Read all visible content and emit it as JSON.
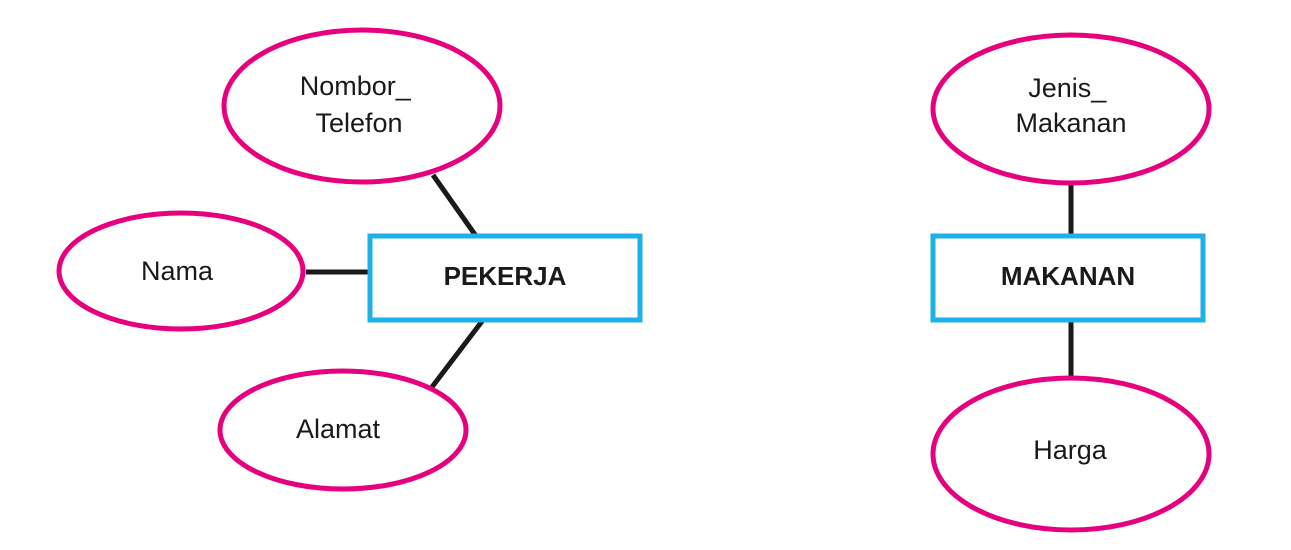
{
  "colors": {
    "attribute_outline": "#e6007e",
    "entity_outline": "#1eb0e6",
    "connector": "#1a1a1a",
    "text": "#1a1a1a",
    "background": "#ffffff"
  },
  "entities": {
    "pekerja": {
      "name": "PEKERJA",
      "attributes": {
        "nombor_telefon": {
          "line1": "Nombor_",
          "line2": "Telefon"
        },
        "nama": {
          "label": "Nama"
        },
        "alamat": {
          "label": "Alamat"
        }
      }
    },
    "makanan": {
      "name": "MAKANAN",
      "attributes": {
        "jenis_makanan": {
          "line1": "Jenis_",
          "line2": "Makanan"
        },
        "harga": {
          "label": "Harga"
        }
      }
    }
  }
}
